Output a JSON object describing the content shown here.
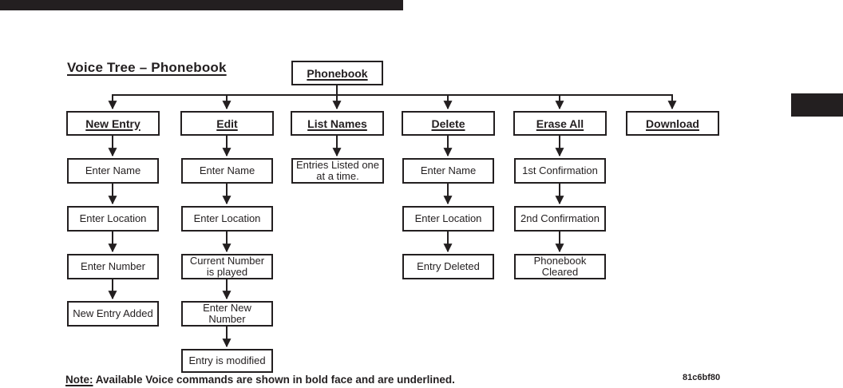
{
  "page": {
    "title": "Voice Tree – Phonebook",
    "note_label": "Note:",
    "note_text": " Available Voice commands are shown in bold face and are underlined.",
    "figure_code": "81c6bf80"
  },
  "tree": {
    "root": "Phonebook",
    "columns": [
      {
        "label": "New Entry",
        "steps": [
          "Enter Name",
          "Enter Location",
          "Enter Number",
          "New Entry Added"
        ]
      },
      {
        "label": "Edit",
        "steps": [
          "Enter Name",
          "Enter Location",
          "Current Number\nis played",
          "Enter New\nNumber",
          "Entry is modified"
        ]
      },
      {
        "label": "List Names",
        "steps": [
          "Entries Listed one\nat a time."
        ]
      },
      {
        "label": "Delete",
        "steps": [
          "Enter Name",
          "Enter Location",
          "Entry Deleted"
        ]
      },
      {
        "label": "Erase All",
        "steps": [
          "1st Confirmation",
          "2nd Confirmation",
          "Phonebook\nCleared"
        ]
      },
      {
        "label": "Download",
        "steps": []
      }
    ]
  },
  "colors": {
    "ink": "#231f20",
    "background": "#ffffff"
  }
}
